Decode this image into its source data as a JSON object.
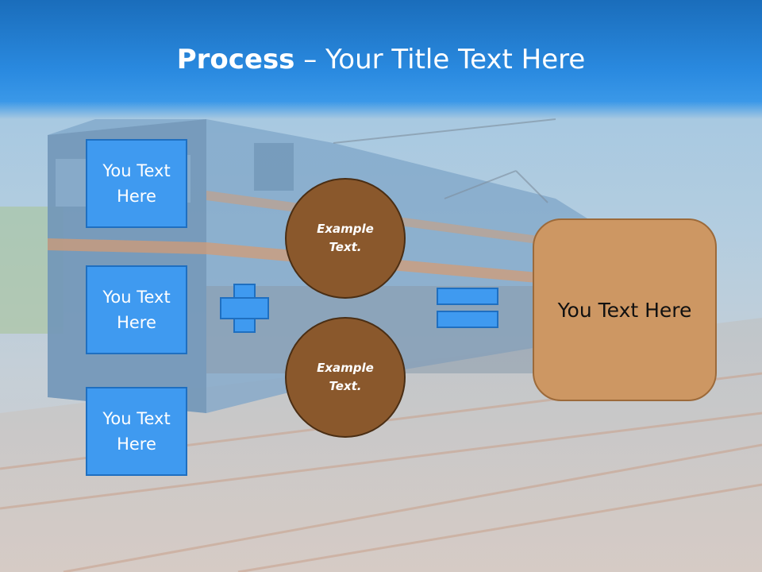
{
  "slide": {
    "title_bold": "Process",
    "title_rest": " – Your Title Text Here"
  },
  "left_boxes": [
    {
      "label": "You Text Here"
    },
    {
      "label": "You Text Here"
    },
    {
      "label": "You Text Here"
    }
  ],
  "circles": [
    {
      "label": "Example Text."
    },
    {
      "label": "Example Text."
    }
  ],
  "result_box": {
    "label": "You Text Here"
  },
  "icons": {
    "plus": "plus-icon",
    "equals": "equals-icon"
  },
  "colors": {
    "header": "#2a8ae0",
    "box": "#3f9af0",
    "circle": "#8a582c",
    "result": "#cd9763"
  }
}
